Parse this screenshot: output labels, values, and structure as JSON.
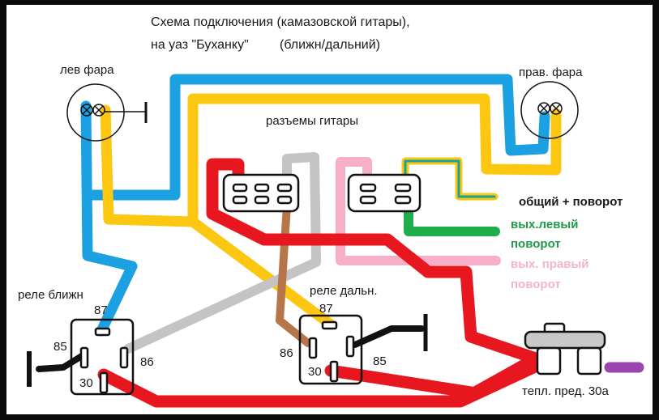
{
  "title": {
    "line1": "Схема подключения (камазовской гитары),",
    "line2a": "на уаз \"Буханку\"",
    "line2b": "(ближн/дальний)"
  },
  "labels": {
    "left_headlight": "лев фара",
    "right_headlight": "прав. фара",
    "guitar_connectors": "разъемы гитары",
    "low_beam_relay": "реле ближн",
    "high_beam_relay": "реле дальн.",
    "thermal_fuse": "тепл. пред. 30а"
  },
  "legend": {
    "common_turn": "общий + поворот",
    "left_turn_out_1": "вых.левый",
    "left_turn_out_2": "поворот",
    "right_turn_out_1": "вых. правый",
    "right_turn_out_2": "поворот"
  },
  "relay_low": {
    "pin87": "87",
    "pin85": "85",
    "pin86": "86",
    "pin30": "30"
  },
  "relay_high": {
    "pin87": "87",
    "pin85": "85",
    "pin86": "86",
    "pin30": "30"
  },
  "colors": {
    "blue": "#1ba1e2",
    "yellow": "#fbc710",
    "red": "#e8171f",
    "gray": "#c4c4c4",
    "pink": "#f7aec8",
    "green": "#1fae4b",
    "brown": "#b7764a",
    "purple": "#9b45b0",
    "black": "#111111",
    "left_turn_text": "#1f9a4a",
    "right_turn_text": "#f4b3cb"
  }
}
